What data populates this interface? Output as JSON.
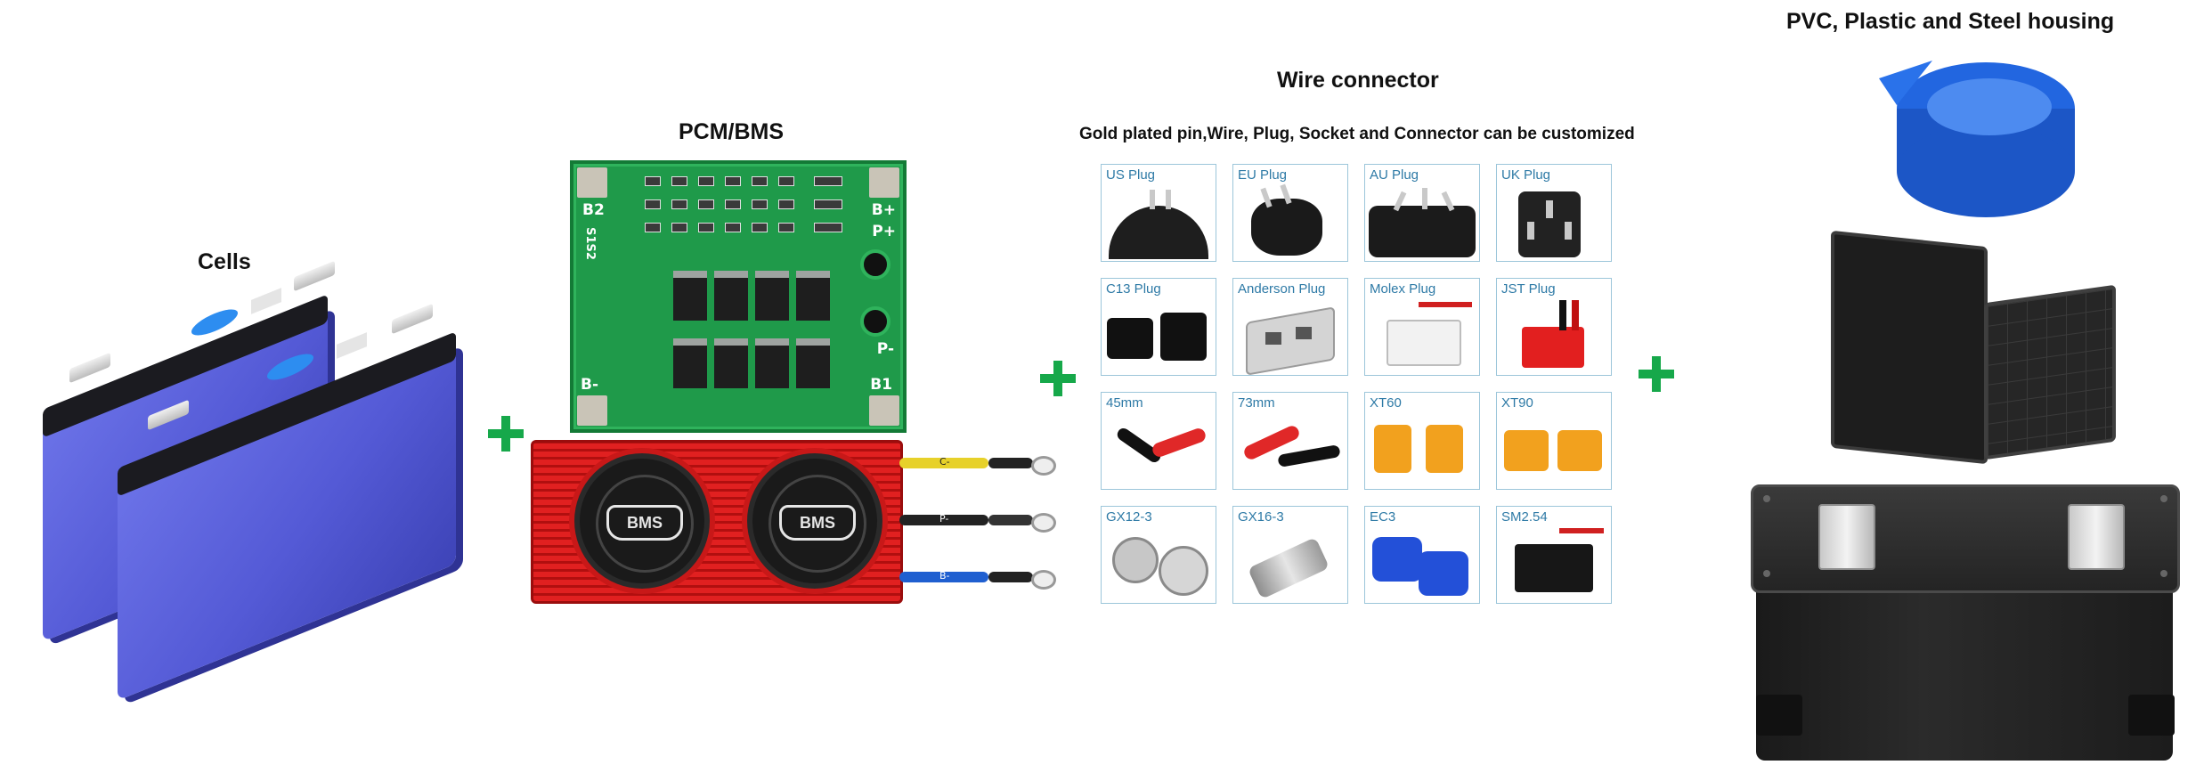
{
  "sections": {
    "cells": {
      "title": "Cells"
    },
    "pcm": {
      "title": "PCM/BMS",
      "board_labels": [
        "B2",
        "B+",
        "P+",
        "P-",
        "B-",
        "B1",
        "S1S2"
      ],
      "bms_badge": "BMS",
      "wire_tags": [
        "C-",
        "P-",
        "B-"
      ]
    },
    "wire": {
      "title": "Wire connector",
      "subtitle": "Gold plated pin,Wire, Plug, Socket and Connector can be customized",
      "tiles": [
        {
          "label": "US Plug",
          "icon": "us-plug-icon"
        },
        {
          "label": "EU Plug",
          "icon": "eu-plug-icon"
        },
        {
          "label": "AU Plug",
          "icon": "au-plug-icon"
        },
        {
          "label": "UK Plug",
          "icon": "uk-plug-icon"
        },
        {
          "label": "C13 Plug",
          "icon": "c13-plug-icon"
        },
        {
          "label": "Anderson Plug",
          "icon": "anderson-plug-icon"
        },
        {
          "label": "Molex Plug",
          "icon": "molex-plug-icon"
        },
        {
          "label": "JST Plug",
          "icon": "jst-plug-icon"
        },
        {
          "label": "45mm",
          "icon": "alligator-clip-icon"
        },
        {
          "label": "73mm",
          "icon": "alligator-clip-large-icon"
        },
        {
          "label": "XT60",
          "icon": "xt60-connector-icon"
        },
        {
          "label": "XT90",
          "icon": "xt90-connector-icon"
        },
        {
          "label": "GX12-3",
          "icon": "gx12-connector-icon"
        },
        {
          "label": "GX16-3",
          "icon": "gx16-connector-icon"
        },
        {
          "label": "EC3",
          "icon": "ec3-connector-icon"
        },
        {
          "label": "SM2.54",
          "icon": "sm-connector-icon"
        }
      ]
    },
    "housing": {
      "title": "PVC, Plastic and Steel housing"
    }
  },
  "colors": {
    "plus": "#16a84a",
    "cell": "#545ad6",
    "pcb": "#1f9a4a",
    "bms": "#e12020",
    "tile_border": "#9cc6da",
    "tile_label": "#2e7aa6",
    "pvc": "#1f6fe0",
    "housing": "#1d1d1d"
  }
}
